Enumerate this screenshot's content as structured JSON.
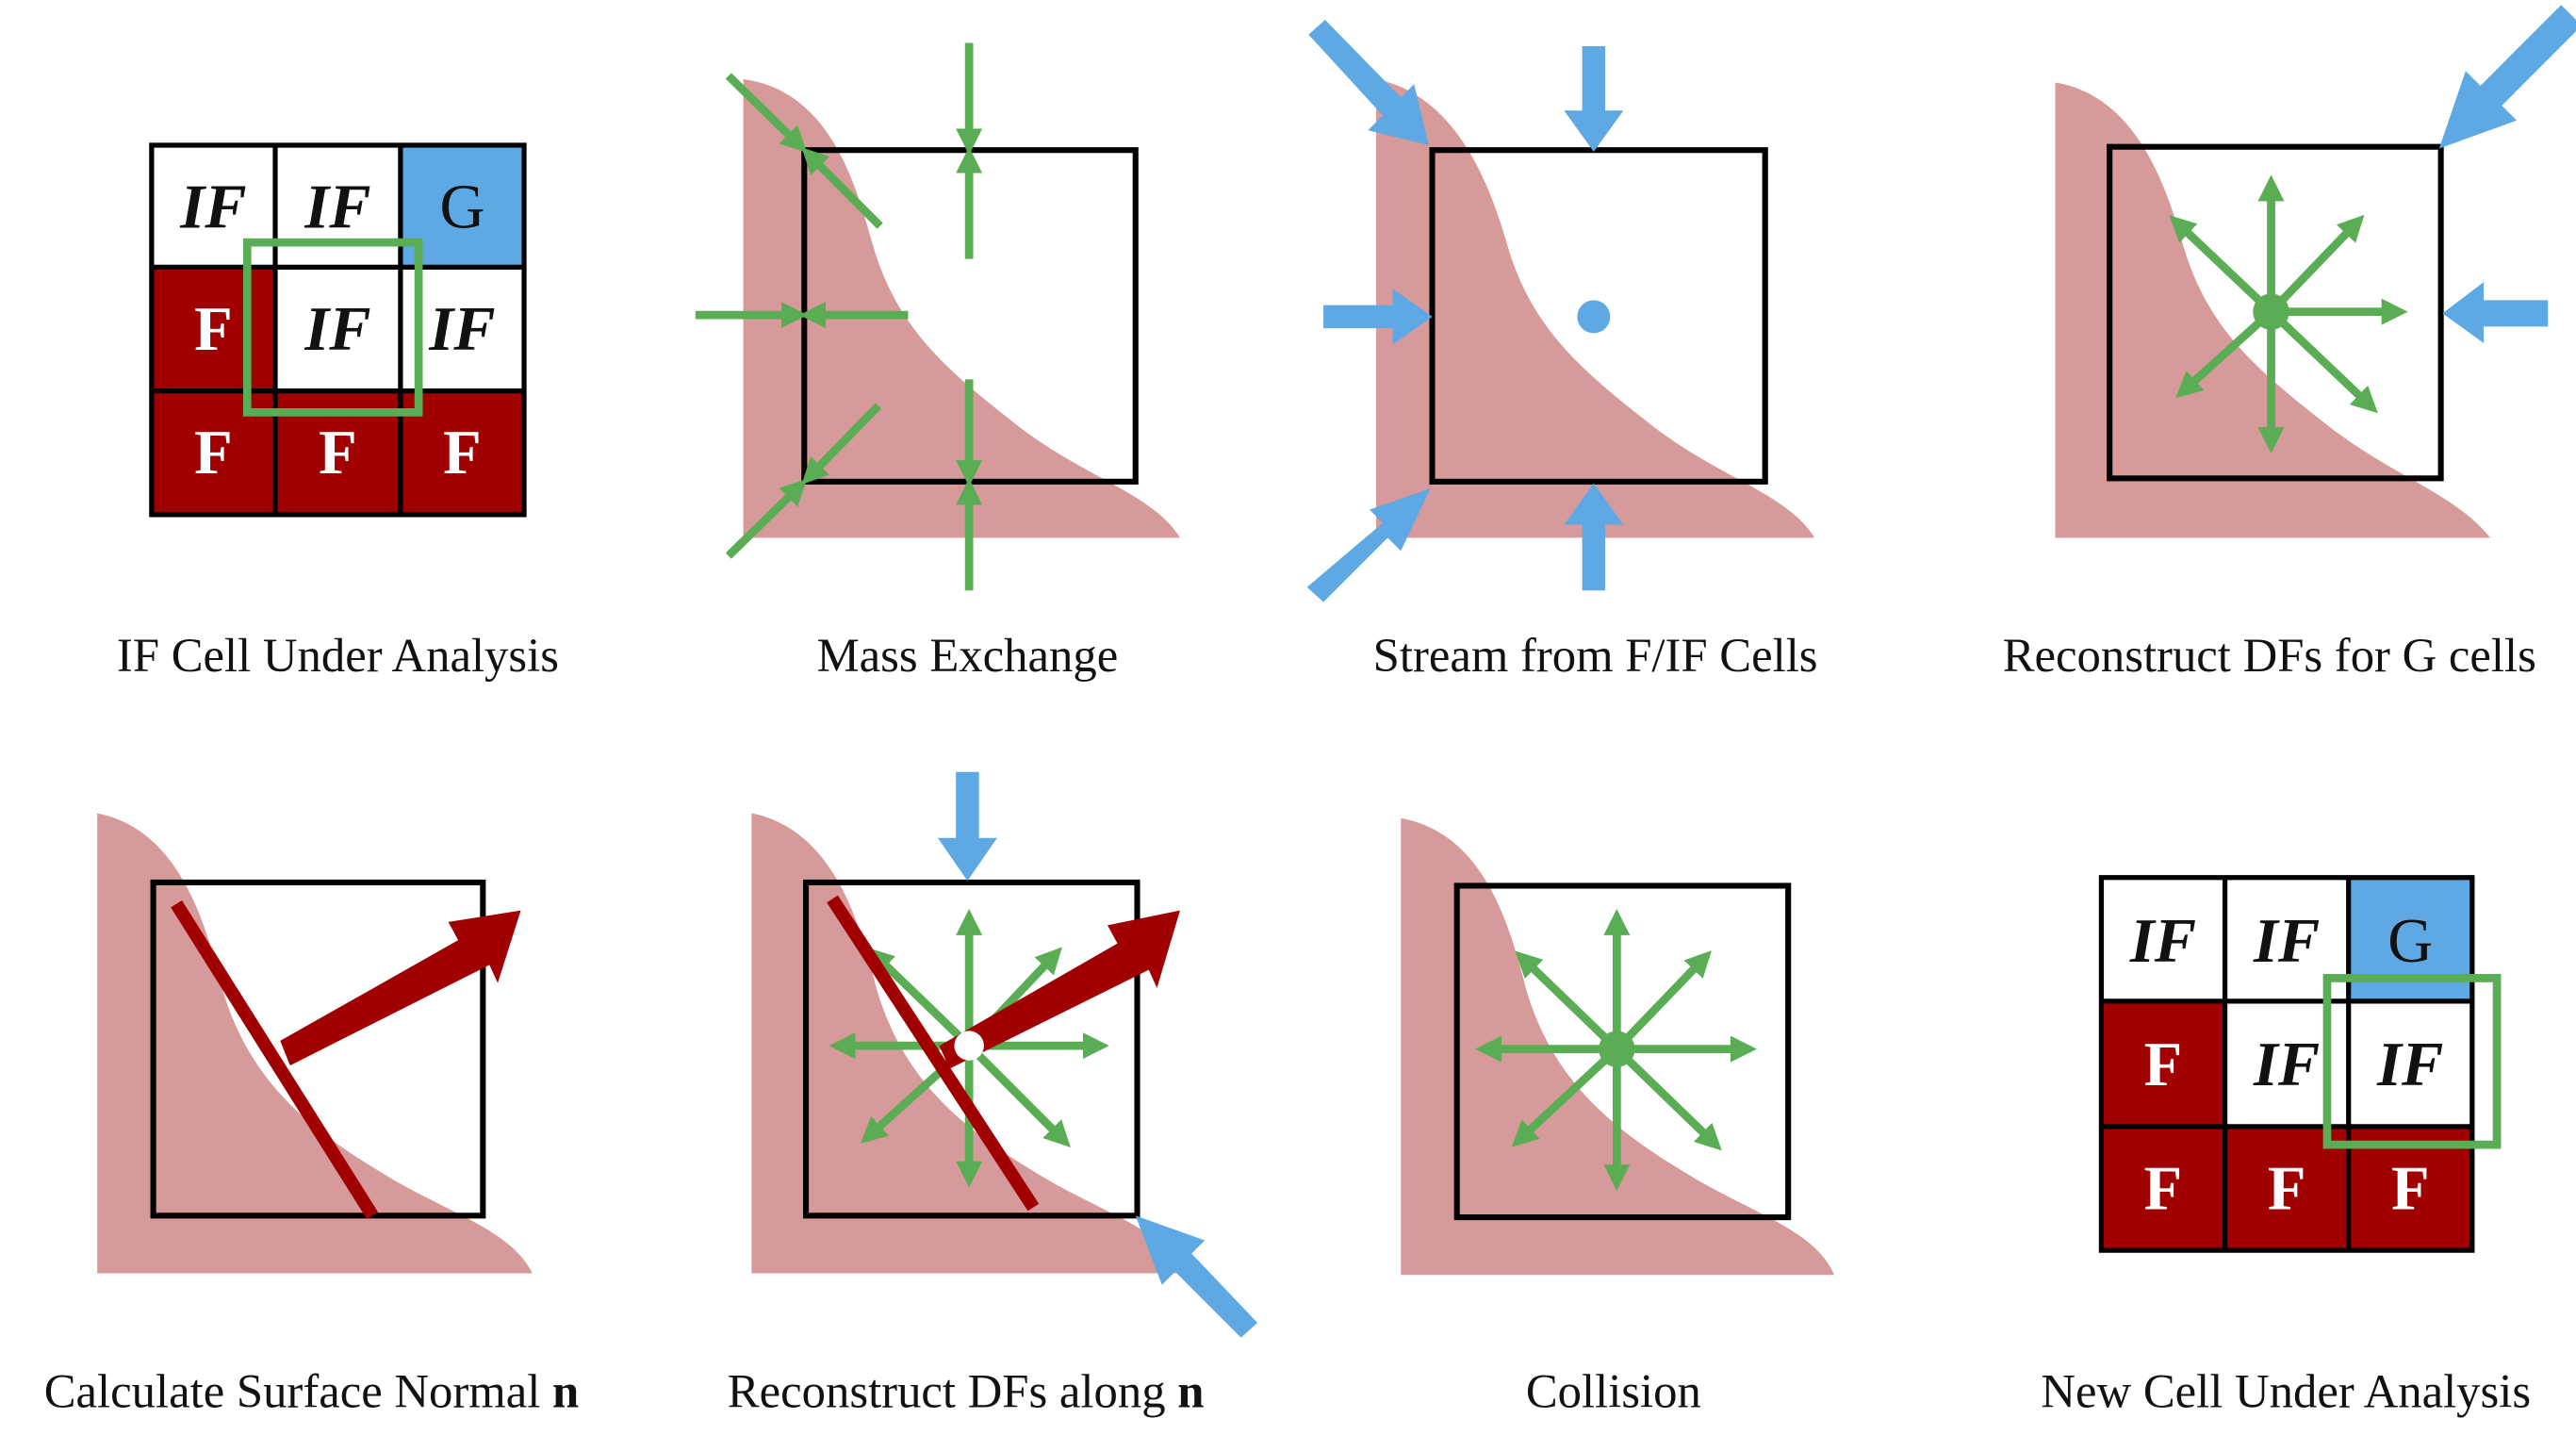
{
  "colors": {
    "fluid": "#a00000",
    "gas": "#5ea9e4",
    "green": "#5aad55",
    "liquid": "#d79a9a",
    "arrow_blue": "#5ea9e4",
    "normal": "#a00000"
  },
  "grid_before": {
    "cells": [
      [
        "IF",
        "IF",
        "G"
      ],
      [
        "F",
        "IF",
        "IF"
      ],
      [
        "F",
        "F",
        "F"
      ]
    ]
  },
  "grid_after": {
    "cells": [
      [
        "IF",
        "IF",
        "G"
      ],
      [
        "F",
        "IF",
        "IF"
      ],
      [
        "F",
        "F",
        "F"
      ]
    ]
  },
  "panels": [
    {
      "caption": "IF Cell Under Analysis"
    },
    {
      "caption": "Mass Exchange"
    },
    {
      "caption": "Stream from F/IF Cells"
    },
    {
      "caption": "Reconstruct DFs for G cells"
    },
    {
      "caption": "Calculate Surface Normal ",
      "bold": "n"
    },
    {
      "caption": "Reconstruct DFs along ",
      "bold": "n"
    },
    {
      "caption": "Collision"
    },
    {
      "caption": "New Cell Under Analysis"
    }
  ]
}
